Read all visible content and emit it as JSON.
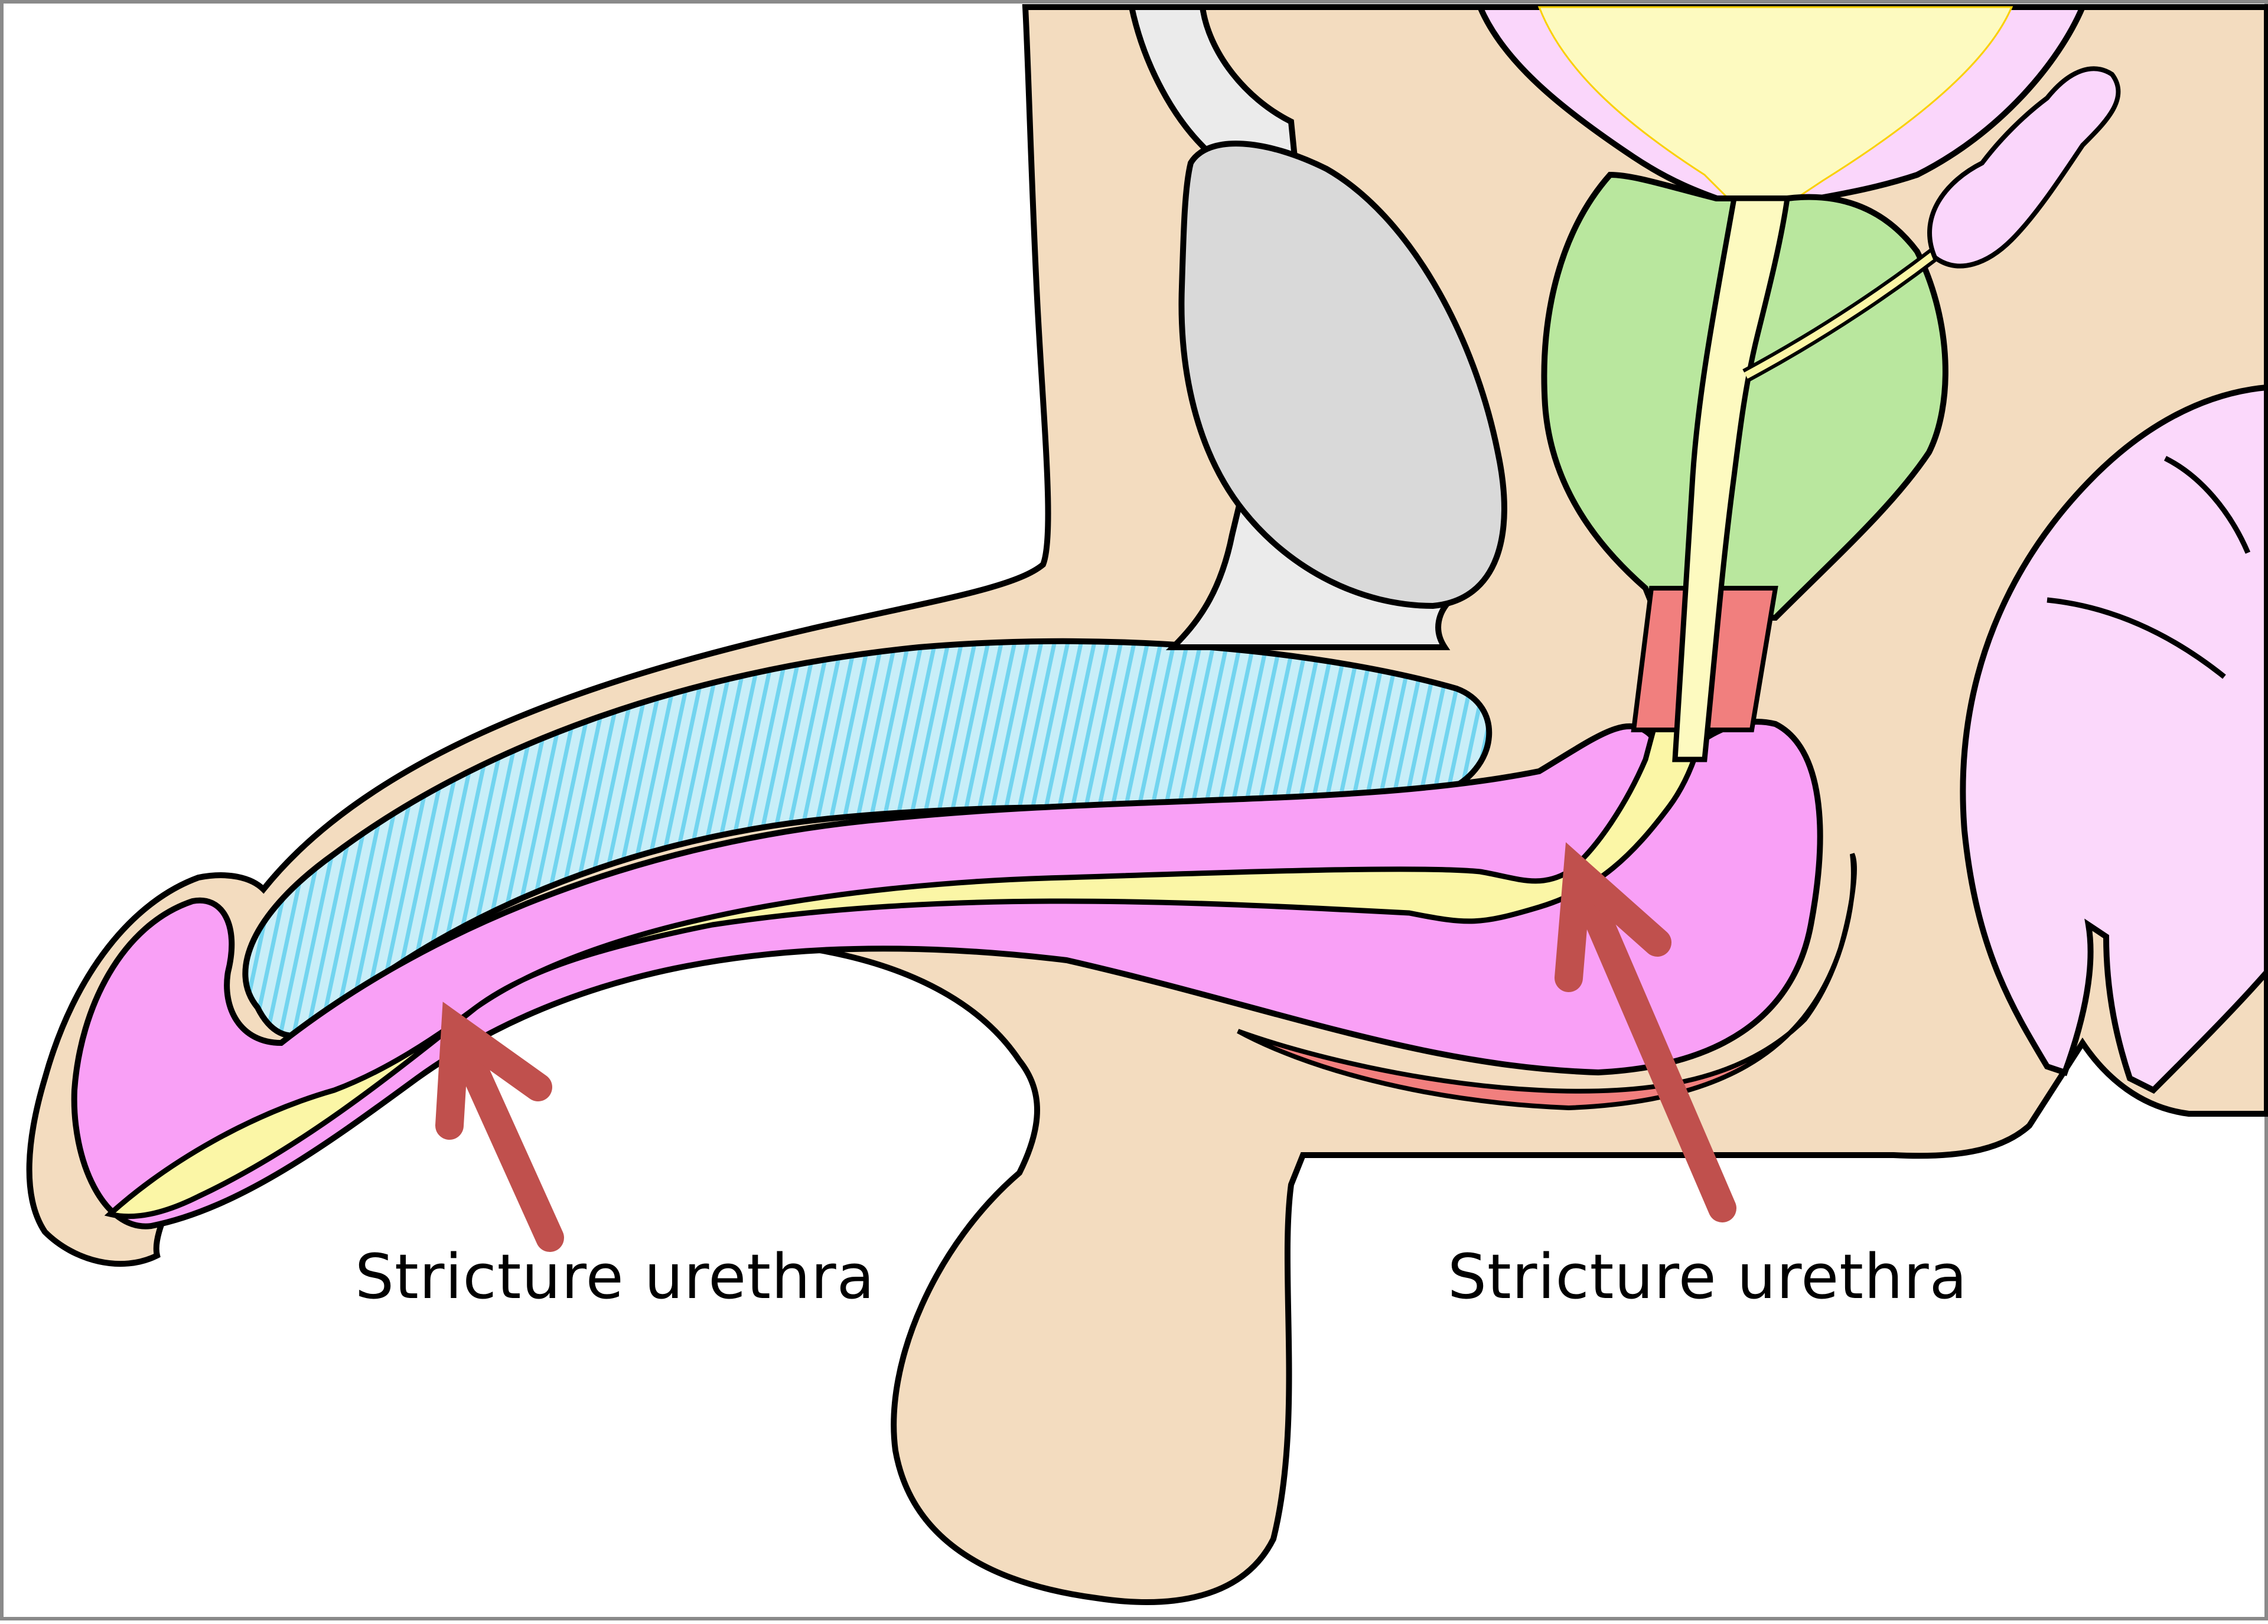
{
  "diagram": {
    "title": "Urethral stricture anatomy (sagittal section)",
    "labels": [
      {
        "id": "stricture-penile",
        "text": "Stricture urethra"
      },
      {
        "id": "stricture-bulbar",
        "text": "Stricture urethra"
      }
    ],
    "colors": {
      "skin": "#f3dcbf",
      "outline": "#000000",
      "corpus_cavernosum": "#c8eef8",
      "corpus_cavernosum_stripes": "#72d4ef",
      "corpus_spongiosum": "#f9a0f6",
      "urethra": "#fbf6a6",
      "bladder_wall": "#fad6fb",
      "bladder_lumen": "#fdfac0",
      "prostate": "#b9e79e",
      "sphincter": "#f17f7e",
      "bone_pubis": "#d9d9d9",
      "bone_ligament": "#ebebeb",
      "rectum": "#fbd8fb",
      "arrow": "#c0504d",
      "frame_border": "#8a8a8a"
    }
  }
}
